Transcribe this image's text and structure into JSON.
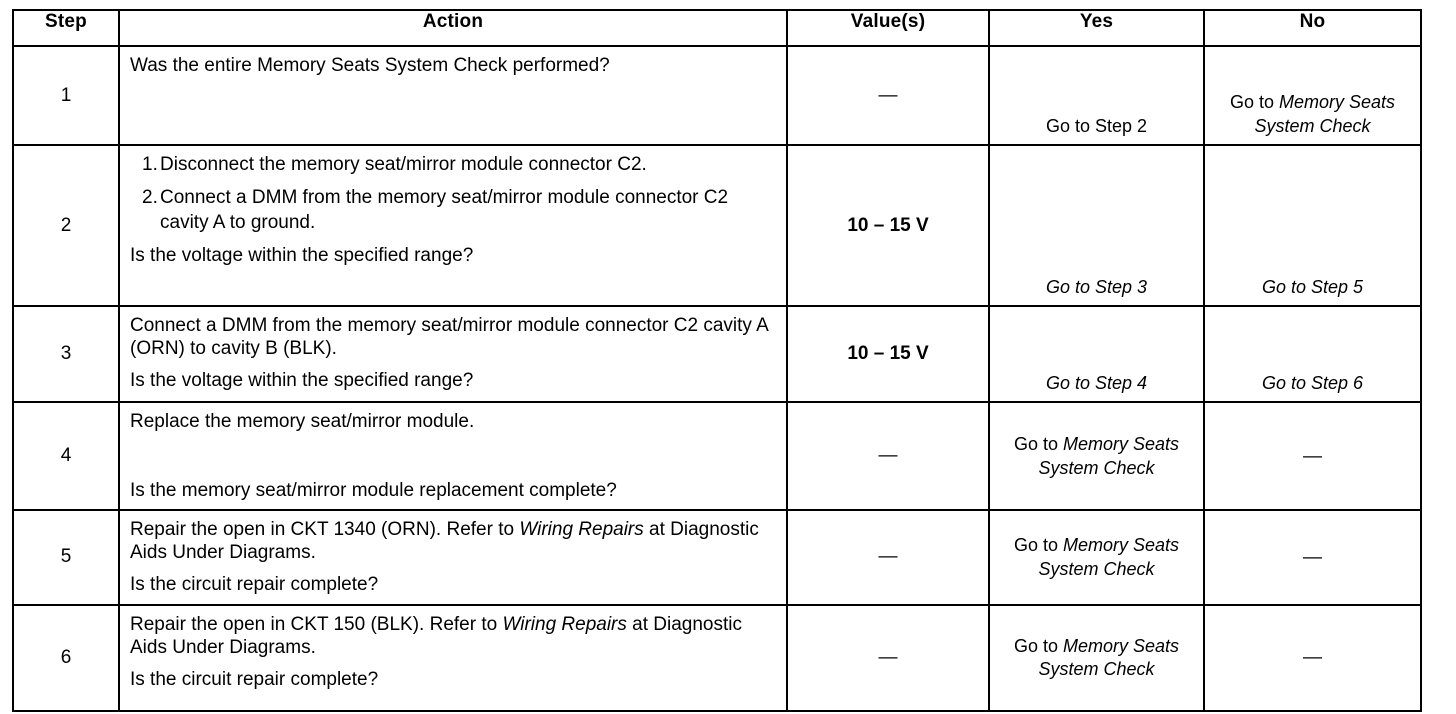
{
  "table": {
    "columns": [
      {
        "key": "step",
        "label": "Step"
      },
      {
        "key": "action",
        "label": "Action"
      },
      {
        "key": "value",
        "label": "Value(s)"
      },
      {
        "key": "yes",
        "label": "Yes"
      },
      {
        "key": "no",
        "label": "No"
      }
    ],
    "rows": [
      {
        "step": "1",
        "action_text": "Was the entire Memory Seats System Check performed?",
        "value": "—",
        "yes_prefix": "Go to Step 2",
        "yes_italic": "",
        "no_prefix": "Go to ",
        "no_italic": "Memory Seats System Check"
      },
      {
        "step": "2",
        "list": [
          {
            "num": "1.",
            "text": "Disconnect the memory seat/mirror module connector C2."
          },
          {
            "num": "2.",
            "text": "Connect a DMM from the memory seat/mirror module connector C2 cavity A to ground."
          }
        ],
        "question": "Is the voltage within the specified range?",
        "value": "10 – 15 V",
        "yes_prefix": "Go to Step 3",
        "no_prefix": "Go to Step 5"
      },
      {
        "step": "3",
        "action_text": "Connect a DMM from the memory seat/mirror module connector C2 cavity A (ORN) to cavity B (BLK).",
        "question": "Is the voltage within the specified range?",
        "value": "10 – 15 V",
        "yes_prefix": "Go to Step 4",
        "no_prefix": "Go to Step 6"
      },
      {
        "step": "4",
        "action_text": "Replace the memory seat/mirror module.",
        "question": "Is the memory seat/mirror module replacement complete?",
        "value": "—",
        "yes_prefix": "Go to ",
        "yes_italic": "Memory Seats System Check",
        "no_prefix": "—"
      },
      {
        "step": "5",
        "action_pre": "Repair the open in CKT 1340 (ORN). Refer to ",
        "action_italic": "Wiring Repairs",
        "action_post": " at Diagnostic Aids Under Diagrams.",
        "question": "Is the circuit repair complete?",
        "value": "—",
        "yes_prefix": "Go to ",
        "yes_italic": "Memory Seats System Check",
        "no_prefix": "—"
      },
      {
        "step": "6",
        "action_pre": "Repair the open in CKT 150 (BLK). Refer to ",
        "action_italic": "Wiring Repairs",
        "action_post": " at Diagnostic Aids Under Diagrams.",
        "question": "Is the circuit repair complete?",
        "value": "—",
        "yes_prefix": "Go to ",
        "yes_italic": "Memory Seats System Check",
        "no_prefix": "—"
      }
    ]
  },
  "colors": {
    "ink": "#000000",
    "paper": "#ffffff"
  }
}
